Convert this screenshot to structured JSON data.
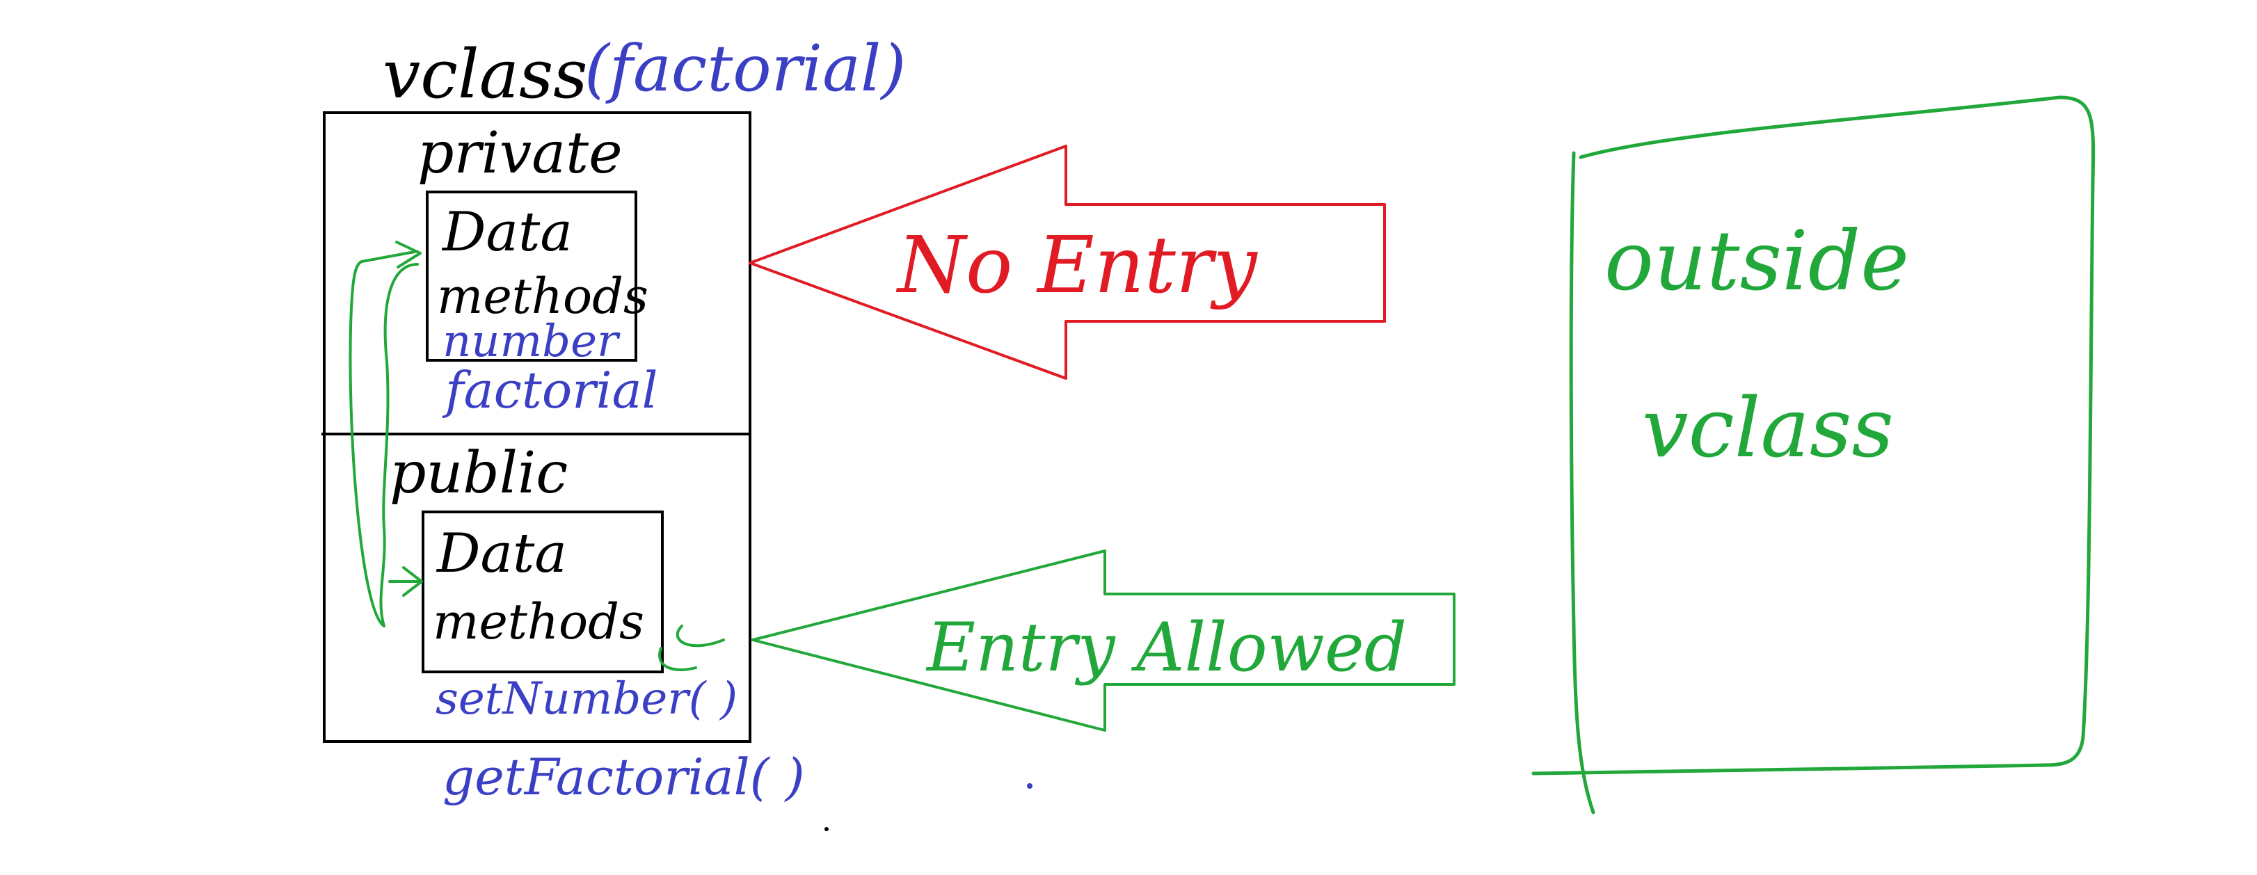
{
  "class_box": {
    "title": "vclass",
    "title_note": "(factorial)",
    "private_label": "private",
    "private_inner": {
      "line1": "Data",
      "line2": "methods"
    },
    "private_members": [
      "number",
      "factorial"
    ],
    "public_label": "public",
    "public_inner": {
      "line1": "Data",
      "line2": "methods"
    },
    "public_members": [
      "setNumber( )",
      "getFactorial( )"
    ]
  },
  "arrows": {
    "no_entry": {
      "label": "No Entry",
      "color": "#e01b24"
    },
    "entry_allowed": {
      "label": "Entry Allowed",
      "color": "#22a83a"
    }
  },
  "outside_box": {
    "line1": "outside",
    "line2": "vclass",
    "color": "#22a83a"
  },
  "colors": {
    "ink": "#000000",
    "annotation": "#3a3fc4",
    "deny": "#e01b24",
    "allow": "#22a83a"
  }
}
